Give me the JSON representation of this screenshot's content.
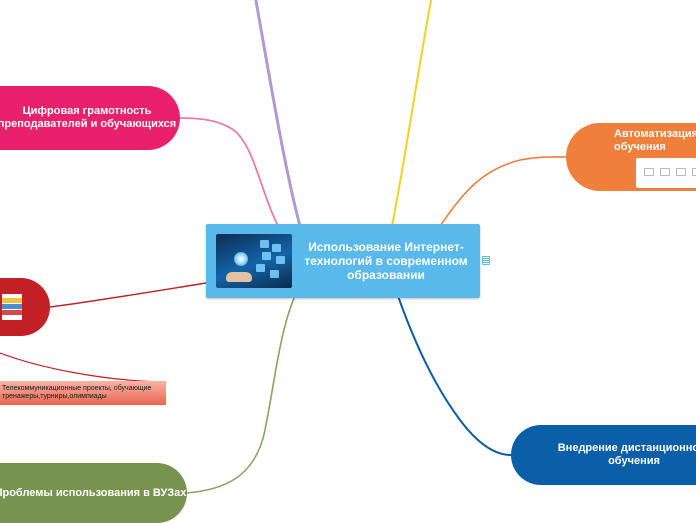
{
  "map": {
    "central": {
      "title": "Использование Интернет-технологий в современном образовании"
    },
    "branches": {
      "digital_literacy": {
        "title": "Цифровая грамотность преподавателей и обучающихся",
        "color": "#e9206b"
      },
      "automation": {
        "title": "Автоматизация обучения",
        "color": "#f07f3c"
      },
      "image_branch": {
        "title": "",
        "color": "#c32026"
      },
      "telecom": {
        "title": "Телекоммуникационные проекты, обучающие тренажеры,турниры,олимпиады",
        "color": "#ea6650"
      },
      "problems": {
        "title": "Проблемы использования в ВУЗах",
        "color": "#78934f"
      },
      "distance": {
        "title": "Внедрение дистанционного обучения",
        "color": "#0b5ea8"
      },
      "top_left_branch": {
        "title": "",
        "color": "#b19ad4"
      },
      "top_right_branch": {
        "title": "",
        "color": "#f5d320"
      }
    }
  }
}
